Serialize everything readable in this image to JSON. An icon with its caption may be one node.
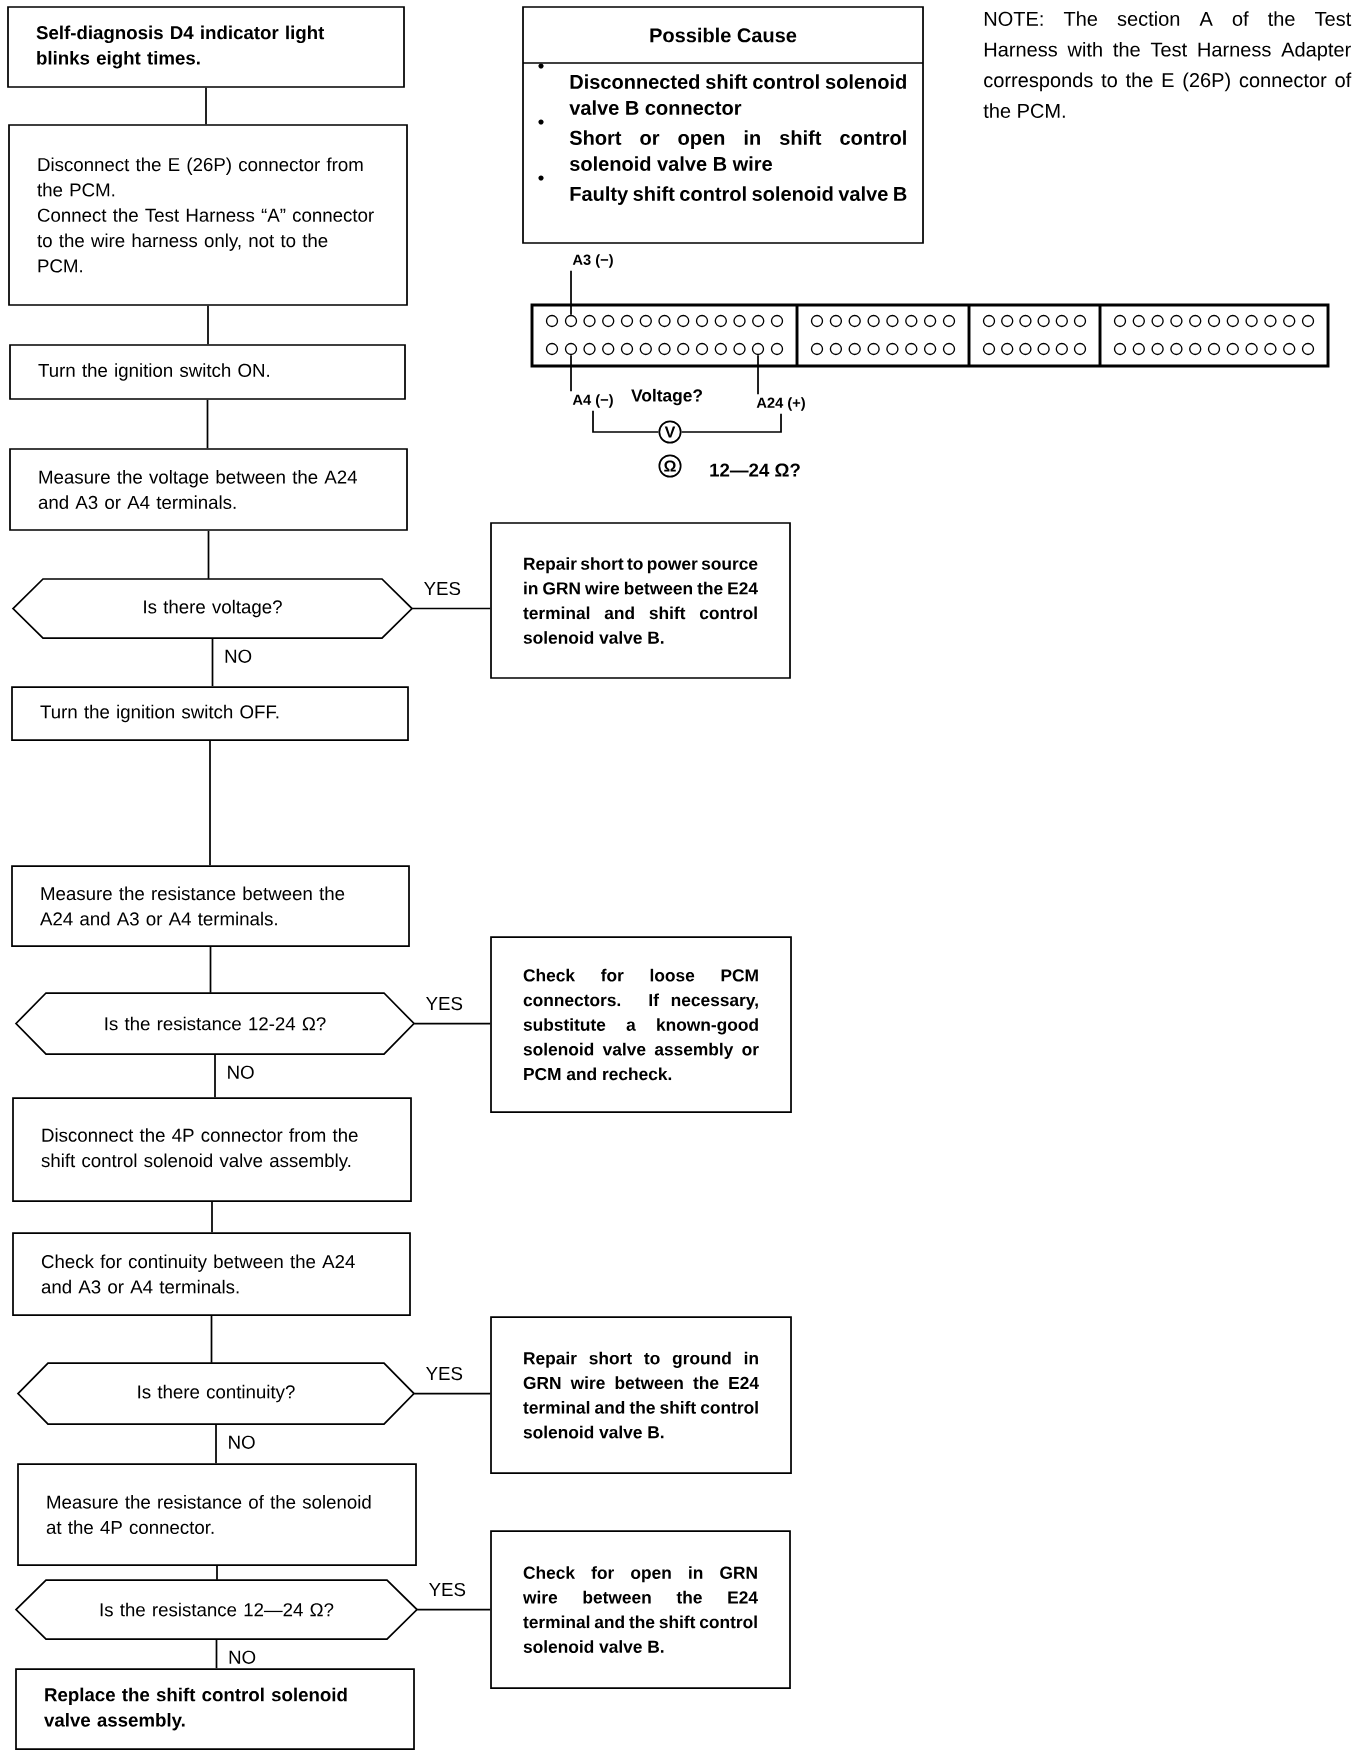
{
  "diagram": {
    "nodes": [
      {
        "text": [
          "Self-diagnosis D4 indicator light blinks eight times."
        ]
      },
      {
        "text": [
          "Disconnect the E (26P) connector from the PCM.",
          "Connect the Test Harness “A” connector to the wire harness only, not to the PCM."
        ]
      },
      {
        "text": [
          "Turn the ignition switch ON."
        ]
      },
      {
        "text": [
          "Measure the voltage between the A24 and A3 or A4 terminals."
        ]
      },
      {
        "text": [
          "Is there voltage?"
        ]
      },
      {
        "text": [
          "Repair short to power source in GRN wire between the E24 terminal and shift control solenoid valve B."
        ]
      },
      {
        "text": [
          "Turn the ignition switch OFF."
        ]
      },
      {
        "text": [
          "Measure the resistance between the A24 and A3 or A4 terminals."
        ]
      },
      {
        "text": [
          "Is the resistance 12-24 Ω?"
        ]
      },
      {
        "text": [
          "Check for loose PCM connectors. If necessary, substitute a known-good solenoid valve assembly or PCM and recheck."
        ]
      },
      {
        "text": [
          "Disconnect the 4P connector from the shift control solenoid valve assembly."
        ]
      },
      {
        "text": [
          "Check for continuity between the A24 and A3 or A4 terminals."
        ]
      },
      {
        "text": [
          "Is there continuity?"
        ]
      },
      {
        "text": [
          "Repair short to ground in GRN wire between the E24 terminal and the shift control solenoid valve B."
        ]
      },
      {
        "text": [
          "Measure the resistance of the solenoid at the 4P connector."
        ]
      },
      {
        "text": [
          "Is the resistance 12—24 Ω?"
        ]
      },
      {
        "text": [
          "Check for open in GRN wire between the E24 terminal and the shift control solenoid valve B."
        ]
      },
      {
        "text": [
          "Replace the shift control solenoid valve assembly."
        ]
      },
      {
        "text": [
          "Possible Cause",
          "Disconnected shift control solenoid valve B connector",
          "Short or open in shift control solenoid valve B wire",
          "Faulty shift control solenoid valve B"
        ]
      },
      {
        "text": [
          "A3 (−)"
        ]
      },
      {
        "text": [],
        "shape": "circle"
      },
      {
        "text": [
          "A4 (−)"
        ]
      },
      {
        "text": [],
        "shape": "circle"
      },
      {
        "text": [
          "A24 (+)"
        ]
      },
      {
        "text": [],
        "shape": "circle"
      },
      {
        "text": [
          "V"
        ]
      },
      {
        "text": [
          "Ω"
        ]
      }
    ],
    "edges": [
      {
        "from": 0,
        "to": 1,
        "arrow": "none"
      },
      {
        "from": 1,
        "to": 2,
        "arrow": "none"
      },
      {
        "from": 2,
        "to": 3,
        "arrow": "none"
      },
      {
        "from": 3,
        "to": 4,
        "arrow": "none"
      },
      {
        "from": 4,
        "to": 5,
        "arrow": "none",
        "label": "YES"
      },
      {
        "from": 4,
        "to": 6,
        "arrow": "none",
        "label": "NO"
      },
      {
        "from": 6,
        "to": 7,
        "arrow": "none"
      },
      {
        "from": 7,
        "to": 8,
        "arrow": "none"
      },
      {
        "from": 8,
        "to": 9,
        "arrow": "none",
        "label": "YES"
      },
      {
        "from": 8,
        "to": 10,
        "arrow": "none",
        "label": "NO"
      },
      {
        "from": 10,
        "to": 11,
        "arrow": "none"
      },
      {
        "from": 11,
        "to": 12,
        "arrow": "none"
      },
      {
        "from": 12,
        "to": 13,
        "arrow": "none",
        "label": "YES"
      },
      {
        "from": 12,
        "to": 14,
        "arrow": "none",
        "label": "NO"
      },
      {
        "from": 14,
        "to": 15,
        "arrow": "none"
      },
      {
        "from": 15,
        "to": 16,
        "arrow": "none",
        "label": "YES"
      },
      {
        "from": 15,
        "to": 17,
        "arrow": "none",
        "label": "NO"
      },
      {
        "from": 19,
        "to": 20,
        "arrow": "none"
      },
      {
        "from": 21,
        "to": 22,
        "arrow": "none"
      },
      {
        "from": 23,
        "to": 24,
        "arrow": "none"
      },
      {
        "from": 21,
        "to": 25,
        "arrow": "none"
      },
      {
        "from": 23,
        "to": 25,
        "arrow": "none"
      }
    ],
    "labels": [
      "NOTE: The section A of the Test Harness with the Test Harness Adapter corresponds to the E (26P) connector of the PCM.",
      "Voltage?",
      "12—24 Ω?"
    ]
  }
}
